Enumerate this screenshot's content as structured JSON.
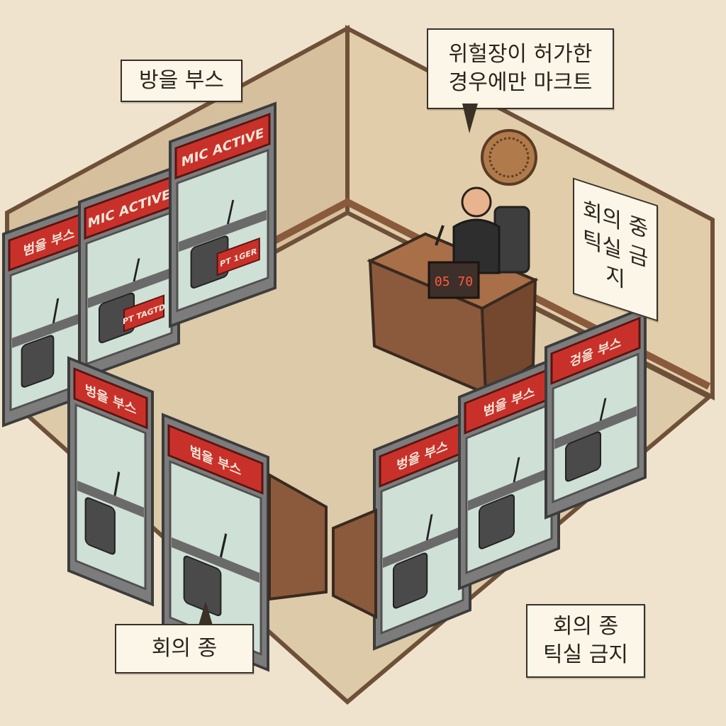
{
  "colors": {
    "background": "#efe3cd",
    "floor": "#dccaa9",
    "wall": "#d9c3a2",
    "wall_trim": "#8a5a3c",
    "booth_frame": "#7c7c7c",
    "booth_sign": "#c8312a",
    "glass": "#cfe0d6",
    "desk": "#8b5a3c",
    "chair": "#4a4a4a"
  },
  "labels": {
    "booth_top": "방을 부스",
    "speech_top": [
      "위헐장이 허가한",
      "경우에만 마크트"
    ],
    "sign_wall": [
      "회의 중",
      "틱실 금지"
    ],
    "speech_bottom": "회의 종",
    "sign_bottom": [
      "회의 종",
      "틱실 금지"
    ]
  },
  "booths": {
    "back": [
      {
        "sign": "범을 부스",
        "placard": ""
      },
      {
        "sign": "MIC ACTIVE",
        "placard": "PT TAGTD"
      },
      {
        "sign": "MIC ACTIVE",
        "placard": "PT 1GER"
      }
    ],
    "front_left": [
      {
        "sign": "벙을 부스"
      },
      {
        "sign": "범을 부스"
      }
    ],
    "front_right": [
      {
        "sign": "벙을 부스"
      },
      {
        "sign": "범을 부스"
      },
      {
        "sign": "겅을 부스"
      }
    ]
  },
  "chair_display": "05 70",
  "icons": [
    "seal-emblem-icon",
    "microphone-icon",
    "office-chair-icon"
  ]
}
